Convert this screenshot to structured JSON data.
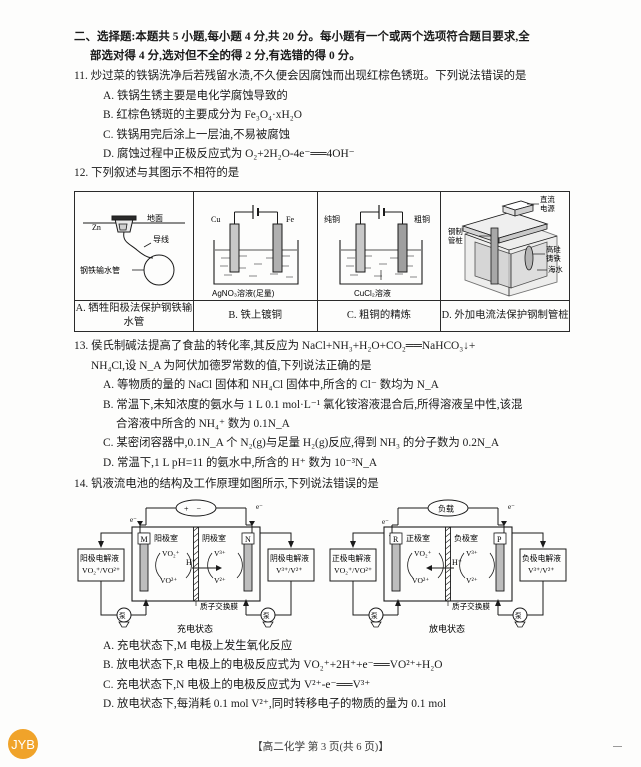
{
  "document": {
    "subject_footer": "【高二化学  第 3 页(共 6 页)】",
    "logo_name": "jyb-logo"
  },
  "section": {
    "heading_line1": "二、选择题:本题共 5 小题,每小题 4 分,共 20 分。每小题有一个或两个选项符合题目要求,全",
    "heading_line2": "部选对得 4 分,选对但不全的得 2 分,有选错的得 0 分。"
  },
  "questions": [
    {
      "number": "11.",
      "stem": "炒过菜的铁锅洗净后若残留水渍,不久便会因腐蚀而出现红棕色锈斑。下列说法错误的是",
      "options": [
        {
          "key": "A.",
          "text": "铁锅生锈主要是电化学腐蚀导致的"
        },
        {
          "key": "B.",
          "text": "红棕色锈斑的主要成分为 Fe₃O₄·xH₂O"
        },
        {
          "key": "C.",
          "text": "铁锅用完后涂上一层油,不易被腐蚀"
        },
        {
          "key": "D.",
          "text": "腐蚀过程中正极反应式为 O₂+2H₂O-4e⁻══4OH⁻"
        }
      ]
    },
    {
      "number": "12.",
      "stem": "下列叙述与其图示不相符的是",
      "figure_cells": [
        {
          "id": "cell-a",
          "caption": "A. 牺牲阳极法保护钢铁输水管",
          "labels": {
            "zn": "Zn",
            "ground": "地面",
            "wire": "导线",
            "pipe": "钢铁输水管"
          }
        },
        {
          "id": "cell-b",
          "caption": "B. 铁上镀铜",
          "labels": {
            "left_electrode": "Cu",
            "right_electrode": "Fe",
            "solution": "AgNO₃溶液(足量)"
          }
        },
        {
          "id": "cell-c",
          "caption": "C. 粗铜的精炼",
          "labels": {
            "left_electrode": "纯铜",
            "right_electrode": "粗铜",
            "solution": "CuCl₂溶液"
          }
        },
        {
          "id": "cell-d",
          "caption": "D. 外加电流法保护钢制管桩",
          "labels": {
            "power": "直流电源",
            "pile": "钢制管桩",
            "anode": "高硅铸铁",
            "water": "海水"
          }
        }
      ]
    },
    {
      "number": "13.",
      "stem_line1": "侯氏制碱法提高了食盐的转化率,其反应为 NaCl+NH₃+H₂O+CO₂══NaHCO₃↓+",
      "stem_line2": "NH₄Cl,设 N_A 为阿伏加德罗常数的值,下列说法正确的是",
      "options": [
        {
          "key": "A.",
          "text": "等物质的量的 NaCl 固体和 NH₄Cl 固体中,所含的 Cl⁻ 数均为 N_A"
        },
        {
          "key": "B.",
          "text": "常温下,未知浓度的氨水与 1 L 0.1 mol·L⁻¹ 氯化铵溶液混合后,所得溶液呈中性,该混",
          "text2": "合溶液中所含的 NH₄⁺ 数为 0.1N_A"
        },
        {
          "key": "C.",
          "text": "某密闭容器中,0.1N_A 个 N₂(g)与足量 H₂(g)反应,得到 NH₃ 的分子数为 0.2N_A"
        },
        {
          "key": "D.",
          "text": "常温下,1 L pH=11 的氨水中,所含的 H⁺ 数为 10⁻³N_A"
        }
      ]
    },
    {
      "number": "14.",
      "stem": "钒液流电池的结构及工作原理如图所示,下列说法错误的是",
      "diagrams": [
        {
          "id": "charge-diagram",
          "state_caption": "充电状态",
          "source_label": "+   −",
          "electron_label": "e⁻",
          "left_tank": {
            "title": "阳极电解液",
            "formula": "VO₂⁺/VO²⁺"
          },
          "right_tank": {
            "title": "阴极电解液",
            "formula": "V³⁺/V²⁺"
          },
          "left_chamber": "阳极室",
          "right_chamber": "阴极室",
          "left_electrode": "M",
          "right_electrode": "N",
          "membrane": "质子交换膜",
          "ion_carrier": "H⁺",
          "left_species_top": "VO₂⁺",
          "left_species_bottom": "VO²⁺",
          "right_species_top": "V³⁺",
          "right_species_bottom": "V²⁺",
          "pump_label": "泵"
        },
        {
          "id": "discharge-diagram",
          "state_caption": "放电状态",
          "source_label": "负载",
          "electron_label": "e⁻",
          "left_tank": {
            "title": "正极电解液",
            "formula": "VO₂⁺/VO²⁺"
          },
          "right_tank": {
            "title": "负极电解液",
            "formula": "V³⁺/V²⁺"
          },
          "left_chamber": "正极室",
          "right_chamber": "负极室",
          "left_electrode": "R",
          "right_electrode": "P",
          "membrane": "质子交换膜",
          "ion_carrier": "H⁺",
          "left_species_top": "VO₂⁺",
          "left_species_bottom": "VO²⁺",
          "right_species_top": "V³⁺",
          "right_species_bottom": "V²⁺",
          "pump_label": "泵"
        }
      ],
      "options": [
        {
          "key": "A.",
          "text": "充电状态下,M 电极上发生氧化反应"
        },
        {
          "key": "B.",
          "text": "放电状态下,R 电极上的电极反应式为 VO₂⁺+2H⁺+e⁻══VO²⁺+H₂O"
        },
        {
          "key": "C.",
          "text": "充电状态下,N 电极上的电极反应式为 V²⁺-e⁻══V³⁺"
        },
        {
          "key": "D.",
          "text": "放电状态下,每消耗 0.1 mol V²⁺,同时转移电子的物质的量为 0.1 mol"
        }
      ]
    }
  ],
  "colors": {
    "ink": "#1a1a1a",
    "paper": "#fdfdfc",
    "electrode_fill": "#bdbdbd",
    "logo_orange": "#f0a32a"
  }
}
